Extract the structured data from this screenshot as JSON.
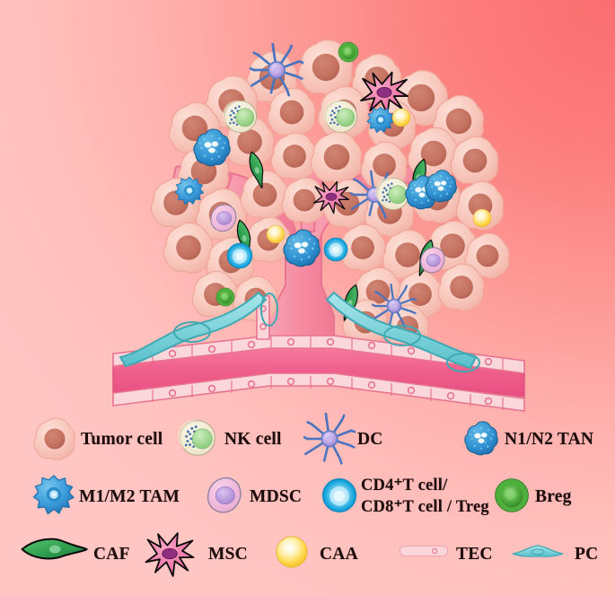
{
  "figure": {
    "title": "Tumor microenvironment schematic (tumor mass as tree canopy on vascular trunk)",
    "background": {
      "light_pink": "#ffc6c3",
      "coral": "#fb6e70",
      "gradient_direction": "diagonal, light at lower-left to saturated coral at upper-right"
    }
  },
  "palette": {
    "tumor_cell_body": "#f7c2b8",
    "tumor_cell_body_light": "#fbd4cb",
    "tumor_nucleus": "#c4705f",
    "tumor_nucleus_dark": "#b4614f",
    "branch_pink": "#f58aa0",
    "branch_pink_dark": "#e8758f",
    "vessel_lumen": "#f2678f",
    "vessel_wall": "#fbd2d8",
    "vessel_wall_line": "#e96f91",
    "pericyte_teal": "#7fd4da",
    "pericyte_teal_dark": "#3fa9b4",
    "nk_body": "#f3efdc",
    "nk_granule": "#3f6fa8",
    "nk_nucleus": "#9fd98f",
    "dc_blue": "#4a73c0",
    "dc_nucleus": "#b49adf",
    "tan_blue": "#2f8fd0",
    "tan_blue_dark": "#1e6fae",
    "tam_blue": "#3a9ad9",
    "mdsc_pink": "#f0b7d8",
    "mdsc_nucleus": "#b98fd8",
    "tcell_blue": "#17a7de",
    "breg_green": "#4faf3c",
    "breg_green_dark": "#2e7d27",
    "caf_green": "#2f9e4f",
    "msc_pink": "#ef6fa2",
    "msc_nucleus": "#8e2e7e",
    "caa_yellow": "#ffd84a",
    "tec_pink": "#fbd6da",
    "text": "#1c0d0d"
  },
  "legend": {
    "rows": [
      {
        "items": [
          {
            "icon": "tumor-cell-icon",
            "label": "Tumor cell"
          },
          {
            "icon": "nk-cell-icon",
            "label": "NK cell"
          },
          {
            "icon": "dc-icon",
            "label": "DC"
          },
          {
            "icon": "tan-icon",
            "label": "N1/N2 TAN"
          }
        ]
      },
      {
        "items": [
          {
            "icon": "tam-icon",
            "label": "M1/M2 TAM"
          },
          {
            "icon": "mdsc-icon",
            "label": "MDSC"
          },
          {
            "icon": "tcell-icon",
            "label_line1": "CD4⁺T cell/",
            "label_line2": "CD8⁺T cell / Treg"
          },
          {
            "icon": "breg-icon",
            "label": "Breg"
          }
        ]
      },
      {
        "items": [
          {
            "icon": "caf-icon",
            "label": "CAF"
          },
          {
            "icon": "msc-icon",
            "label": "MSC"
          },
          {
            "icon": "caa-icon",
            "label": "CAA"
          },
          {
            "icon": "tec-icon",
            "label": "TEC"
          },
          {
            "icon": "pc-icon",
            "label": "PC"
          }
        ]
      }
    ]
  }
}
